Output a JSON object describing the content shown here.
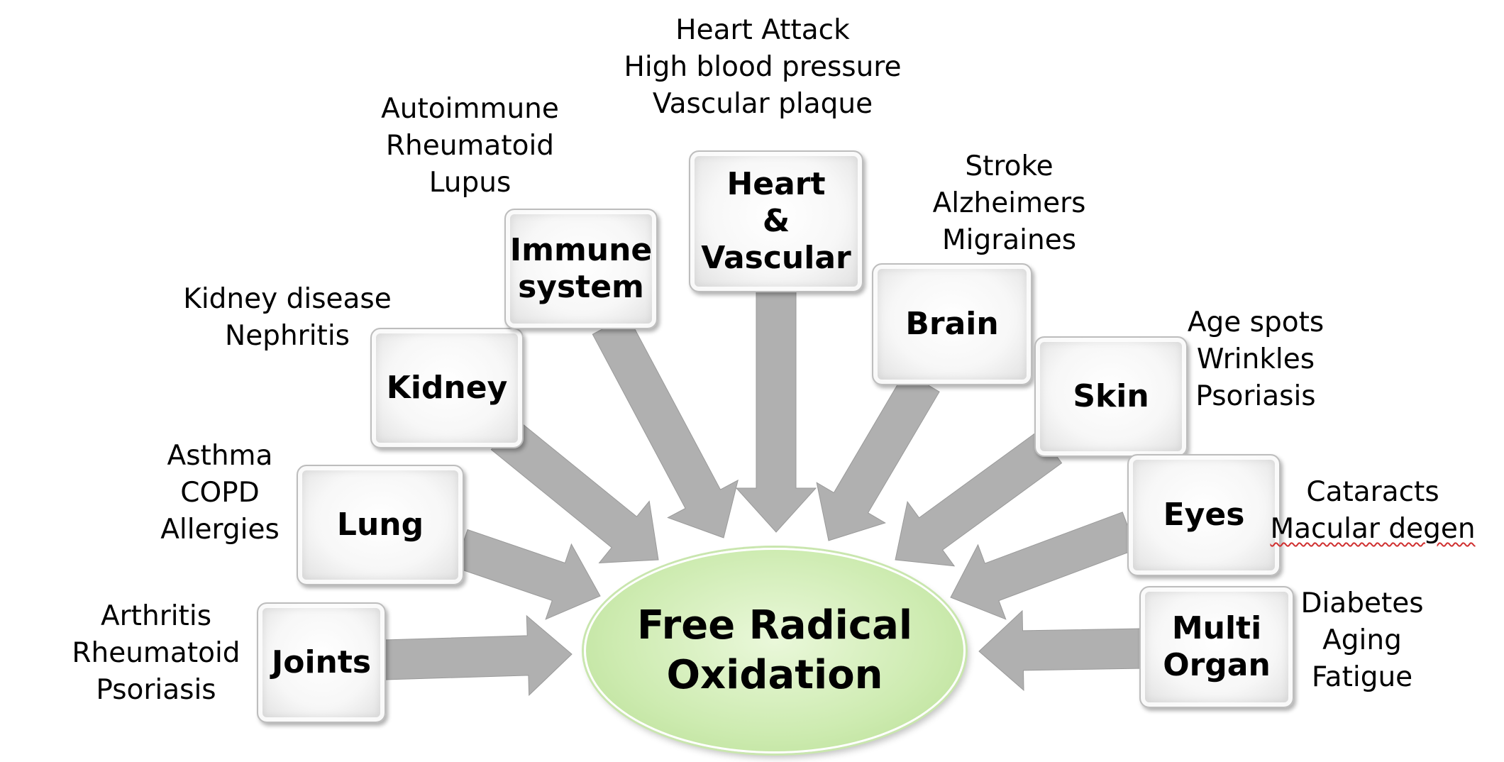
{
  "center": {
    "label_line1": "Free Radical",
    "label_line2": "Oxidation",
    "fill_color": "#c6e7a7"
  },
  "arrow_color": "#b0b0b0",
  "organs": [
    {
      "id": "joints",
      "lines": [
        "Joints"
      ],
      "notes": [
        "Arthritis",
        "Rheumatoid",
        "Psoriasis"
      ]
    },
    {
      "id": "lung",
      "lines": [
        "Lung"
      ],
      "notes": [
        "Asthma",
        "COPD",
        "Allergies"
      ]
    },
    {
      "id": "kidney",
      "lines": [
        "Kidney"
      ],
      "notes": [
        "Kidney disease",
        "Nephritis"
      ]
    },
    {
      "id": "immune",
      "lines": [
        "Immune",
        "system"
      ],
      "notes": [
        "Autoimmune",
        "Rheumatoid",
        "Lupus"
      ]
    },
    {
      "id": "heart",
      "lines": [
        "Heart",
        "&",
        "Vascular"
      ],
      "notes": [
        "Heart Attack",
        "High blood pressure",
        "Vascular plaque"
      ]
    },
    {
      "id": "brain",
      "lines": [
        "Brain"
      ],
      "notes": [
        "Stroke",
        "Alzheimers",
        "Migraines"
      ]
    },
    {
      "id": "skin",
      "lines": [
        "Skin"
      ],
      "notes": [
        "Age spots",
        "Wrinkles",
        "Psoriasis"
      ]
    },
    {
      "id": "eyes",
      "lines": [
        "Eyes"
      ],
      "notes": [
        "Cataracts",
        "Macular degen"
      ]
    },
    {
      "id": "multi",
      "lines": [
        "Multi",
        "Organ"
      ],
      "notes": [
        "Diabetes",
        "Aging",
        "Fatigue"
      ]
    }
  ]
}
